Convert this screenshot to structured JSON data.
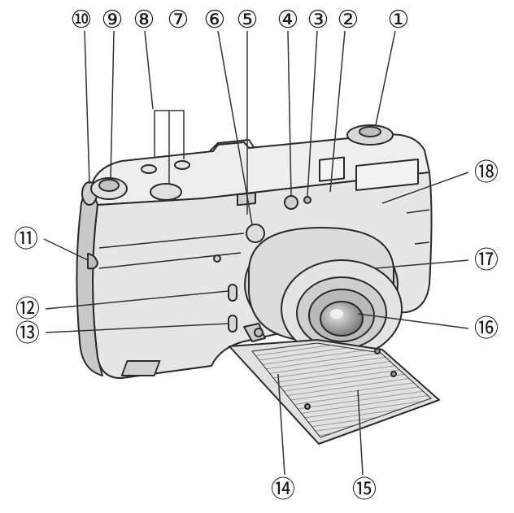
{
  "figure": {
    "type": "camera-parts-diagram",
    "subject": "compact rangefinder camera with open lens-cover flap",
    "callouts": [
      {
        "num": "①",
        "part": 1
      },
      {
        "num": "②",
        "part": 2
      },
      {
        "num": "③",
        "part": 3
      },
      {
        "num": "④",
        "part": 4
      },
      {
        "num": "⑤",
        "part": 5
      },
      {
        "num": "⑥",
        "part": 6
      },
      {
        "num": "⑦",
        "part": 7
      },
      {
        "num": "⑧",
        "part": 8
      },
      {
        "num": "⑨",
        "part": 9
      },
      {
        "num": "⑩",
        "part": 10
      },
      {
        "num": "⑪",
        "part": 11
      },
      {
        "num": "⑫",
        "part": 12
      },
      {
        "num": "⑬",
        "part": 13
      },
      {
        "num": "⑭",
        "part": 14
      },
      {
        "num": "⑮",
        "part": 15
      },
      {
        "num": "⑯",
        "part": 16
      },
      {
        "num": "⑰",
        "part": 17
      },
      {
        "num": "⑱",
        "part": 18
      }
    ],
    "colors": {
      "line": "#2a2a2a",
      "body_fill": "#e6e6e6",
      "body_shade": "#c9c9c9",
      "top_fill": "#eeeeee",
      "lens_fill": "#d8d8d8",
      "glass_fill": "#a9a9a9",
      "flap_fill": "#e1e1e1",
      "callout_line": "#333333",
      "callout_text": "#1a1a1a"
    }
  }
}
